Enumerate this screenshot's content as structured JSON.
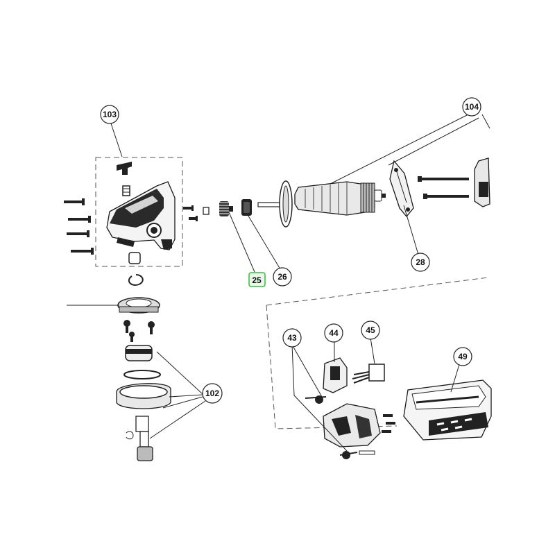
{
  "diagram": {
    "callouts": {
      "c103": "103",
      "c104": "104",
      "c25": "25",
      "c26": "26",
      "c28": "28",
      "c43": "43",
      "c44": "44",
      "c45": "45",
      "c49": "49",
      "c102": "102"
    },
    "highlight_color": "#2fbf3a"
  }
}
